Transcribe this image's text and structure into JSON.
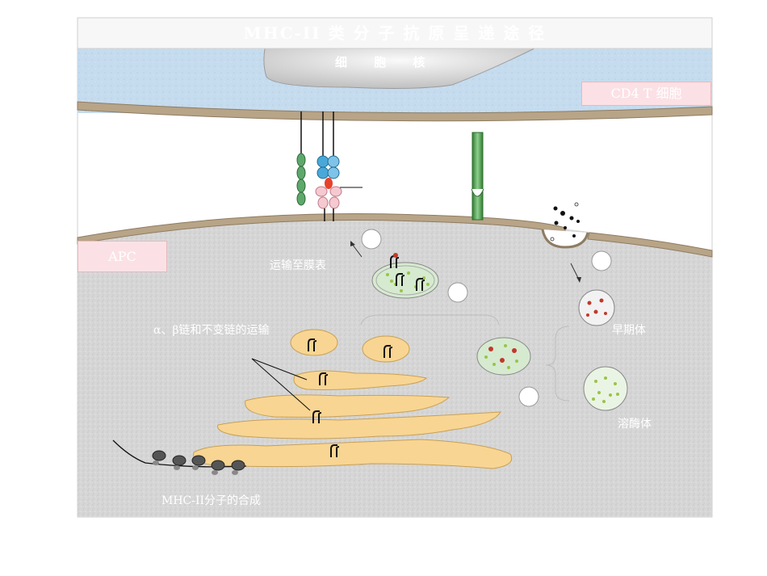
{
  "title": "MHC-II  类 分 子 抗 原 呈 递 途 径",
  "labels": {
    "nucleus": "细 胞 核",
    "cd4_cell": "CD4 T 细胞",
    "apc": "APC",
    "transport": "运输至膜表",
    "ab_chain": "α、β链和不变链的运输",
    "endosome": "早期体",
    "lysosome": "溶酶体",
    "synthesis": "MHC-II分子的合成"
  },
  "colors": {
    "cytoplasm": "#d9d9d9",
    "tcell": "#c7ddef",
    "membrane": "#b7a386",
    "er_golgi": "#f8d592",
    "vesicle_fill": "#d6ead0",
    "peptide_green": "#9bc34a",
    "peptide_red": "#c0392b",
    "tcr_blue": "#4aa8d8",
    "cd4_green": "#4c9a4c",
    "pink_box": "#fbe1e5"
  },
  "icons": [
    "mhc-ii-icon",
    "tcr-icon",
    "cd4-icon",
    "ribosome-icon"
  ]
}
